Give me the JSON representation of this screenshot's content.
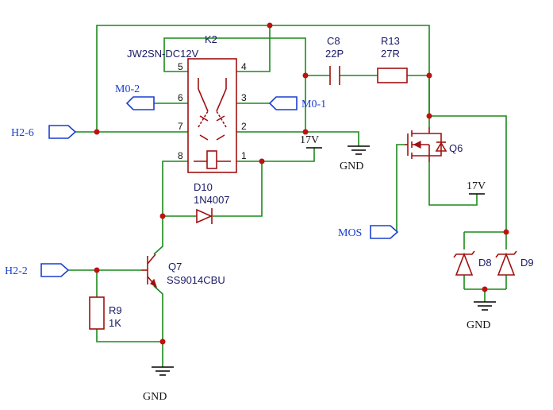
{
  "relay": {
    "ref": "K2",
    "value": "JW2SN-DC12V",
    "pins": [
      "1",
      "2",
      "3",
      "4",
      "5",
      "6",
      "7",
      "8"
    ]
  },
  "capacitor": {
    "ref": "C8",
    "value": "22P"
  },
  "resistor_r13": {
    "ref": "R13",
    "value": "27R"
  },
  "resistor_r9": {
    "ref": "R9",
    "value": "1K"
  },
  "diode_d10": {
    "ref": "D10",
    "value": "1N4007"
  },
  "transistor_q7": {
    "ref": "Q7",
    "value": "SS9014CBU"
  },
  "mosfet_q6": {
    "ref": "Q6"
  },
  "zener_d8": {
    "ref": "D8"
  },
  "zener_d9": {
    "ref": "D9"
  },
  "power": {
    "v17a": "17V",
    "v17b": "17V",
    "gnd1": "GND",
    "gnd2": "GND",
    "gnd3": "GND"
  },
  "ports": {
    "h26": "H2-6",
    "h22": "H2-2",
    "m02": "M0-2",
    "m01": "M0-1",
    "mos": "MOS"
  },
  "colors": {
    "wire": "#1a8a1a",
    "part": "#a01010",
    "port": "#1a3fd0",
    "junction": "#c01010"
  }
}
